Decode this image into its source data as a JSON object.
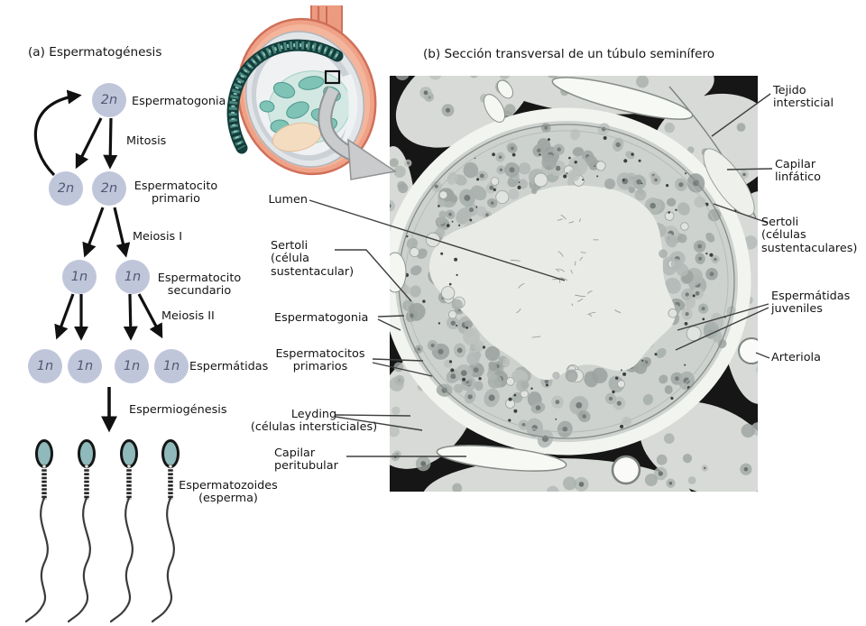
{
  "panel_a": {
    "title": "(a) Espermatogénesis",
    "nodes": {
      "n1": "2n",
      "n2": "2n",
      "n3": "2n",
      "n4": "1n",
      "n5": "1n",
      "n6": "1n",
      "n7": "1n",
      "n8": "1n",
      "n9": "1n"
    },
    "labels": {
      "espermatogonia": "Espermatogonia",
      "mitosis": "Mitosis",
      "espermatocito_primario": "Espermatocito\nprimario",
      "meiosis_i": "Meiosis I",
      "espermatocito_secundario": "Espermatocito\nsecundario",
      "meiosis_ii": "Meiosis II",
      "espermatidas": "Espermátidas",
      "espermiogenesis": "Espermiogénesis",
      "espermatozoides": "Espermatozoides\n(esperma)"
    }
  },
  "panel_b": {
    "title": "(b) Sección transversal de un túbulo seminífero",
    "labels_left": {
      "lumen": "Lumen",
      "sertoli": "Sertoli\n(célula\nsustentacular)",
      "espermatogonia": "Espermatogonia",
      "espermatocitos_primarios": "Espermatocitos\nprimarios",
      "leyding": "Leyding\n(células intersticiales)",
      "capilar_peritubular": "Capilar\nperitubular"
    },
    "labels_right": {
      "tejido_intersticial": "Tejido\nintersticial",
      "capilar_linfatico": "Capilar\nlinfático",
      "sertoli": "Sertoli\n(células\nsustentaculares)",
      "espermatidas_juveniles": "Espermátidas\njuveniles",
      "arteriola": "Arteriola"
    }
  },
  "colors": {
    "cell_node_fill": "#c0c6da",
    "cell_node_text": "#4e5a74",
    "sperm_head": "#8fb9ba",
    "testis_outer": "#efa287",
    "epididymis_dark": "#133e3c",
    "tubule_teal": "#7fc3b7",
    "micrograph_tissue": "#ced2cf",
    "micrograph_lumen": "#e9ebe6",
    "micrograph_background": "#161616"
  }
}
